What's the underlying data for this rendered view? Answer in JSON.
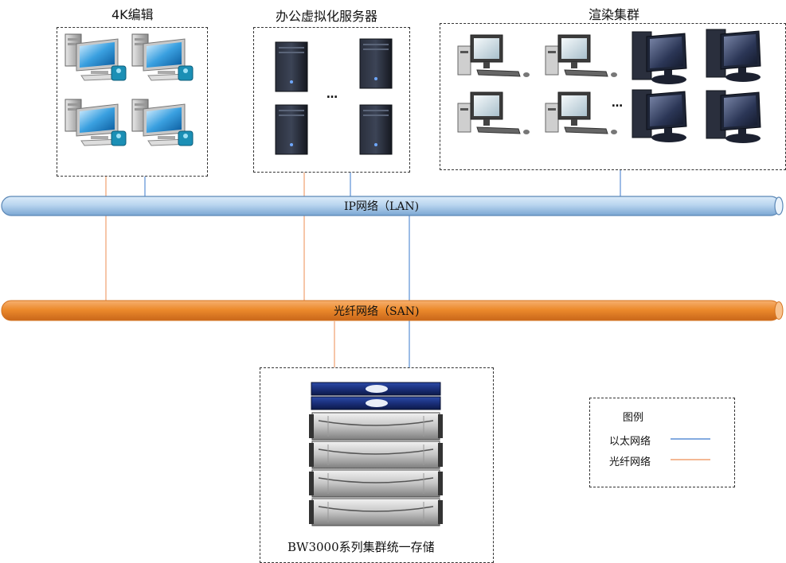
{
  "groups": {
    "editing": {
      "title": "4K编辑"
    },
    "office": {
      "title": "办公虚拟化服务器",
      "ellipsis": "…"
    },
    "render": {
      "title": "渲染集群",
      "ellipsis": "…"
    },
    "storage": {
      "label": "BW3000系列集群统一存储"
    }
  },
  "networks": {
    "lan": {
      "label": "IP网络（LAN)"
    },
    "san": {
      "label": "光纤网络（SAN)"
    }
  },
  "legend": {
    "title": "图例",
    "items": [
      {
        "label": "以太网络",
        "color": "#5b8fd6"
      },
      {
        "label": "光纤网络",
        "color": "#f0a070"
      }
    ]
  },
  "colors": {
    "ethernet": "#5b8fd6",
    "fiber": "#f0a070",
    "lan_pipe": "#a9c8e8",
    "san_pipe": "#ea8a2e"
  }
}
